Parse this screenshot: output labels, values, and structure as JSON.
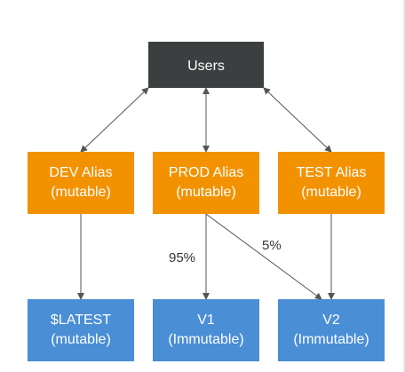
{
  "colors": {
    "users_fill": "#3b3f3f",
    "alias_fill": "#f39200",
    "version_fill": "#4a8ed6",
    "edge": "#555555",
    "text": "#ffffff",
    "label": "#333333"
  },
  "nodes": {
    "users": {
      "line1": "Users"
    },
    "dev_alias": {
      "line1": "DEV Alias",
      "line2": "(mutable)"
    },
    "prod_alias": {
      "line1": "PROD Alias",
      "line2": "(mutable)"
    },
    "test_alias": {
      "line1": "TEST Alias",
      "line2": "(mutable)"
    },
    "latest": {
      "line1": "$LATEST",
      "line2": "(mutable)"
    },
    "v1": {
      "line1": "V1",
      "line2": "(Immutable)"
    },
    "v2": {
      "line1": "V2",
      "line2": "(Immutable)"
    }
  },
  "edge_labels": {
    "prod_to_v1": "95%",
    "prod_to_v2": "5%"
  }
}
